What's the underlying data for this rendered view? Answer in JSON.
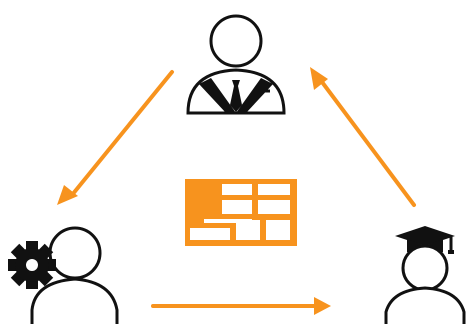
{
  "diagram": {
    "background": "#ffffff",
    "accent_color": "#F7931E",
    "line_color": "#111111",
    "nodes": [
      {
        "id": "businessman",
        "icon": "businessman-suit-tie-icon"
      },
      {
        "id": "engineer",
        "icon": "person-with-gear-icon"
      },
      {
        "id": "graduate",
        "icon": "graduate-mortarboard-icon"
      }
    ],
    "center": {
      "icon": "form-table-document-icon"
    },
    "edges": [
      {
        "from": "businessman",
        "to": "engineer",
        "direction": "down-left"
      },
      {
        "from": "engineer",
        "to": "graduate",
        "direction": "right"
      },
      {
        "from": "graduate",
        "to": "businessman",
        "direction": "up-left"
      }
    ]
  }
}
